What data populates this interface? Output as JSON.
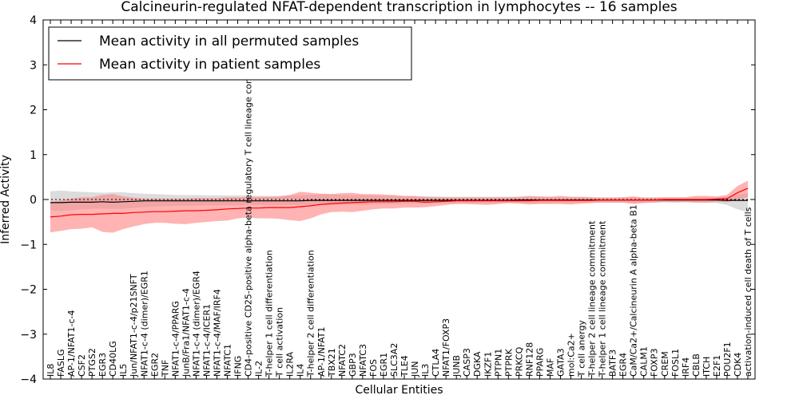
{
  "chart_data": {
    "type": "line",
    "title": "Calcineurin-regulated NFAT-dependent transcription in lymphocytes -- 16 samples",
    "xlabel": "Cellular Entities",
    "ylabel": "Inferred Activity",
    "ylim": [
      -4,
      4
    ],
    "yticks": [
      "4",
      "3",
      "2",
      "1",
      "0",
      "−1",
      "−2",
      "−3",
      "−4"
    ],
    "legend_position": "top-left",
    "colors": {
      "permuted": "#000000",
      "patient": "#ff0000",
      "permuted_band": "#bfbfbf",
      "patient_band": "#ff8080"
    },
    "categories": [
      "IL8",
      "FASLG",
      "AP-1/NFAT1-c-4",
      "CSF2",
      "PTGS2",
      "EGR3",
      "CD40LG",
      "IL5",
      "Jun/NFAT1-c-4/p21SNFT",
      "NFAT1-c-4 (dimer)/EGR1",
      "EGR2",
      "TNF",
      "NFAT1-c-4/PPARG",
      "JunB/Fra1/NFAT1-c-4",
      "NFAT1-c-4 (dimer)/EGR4",
      "NFAT1-c-4/ICER1",
      "NFAT1-c-4/MAF/IRF4",
      "NFATC1",
      "IFNG",
      "CD4-positive CD25-positive alpha-beta regulatory T cell lineage commitment",
      "IL-2",
      "T-helper 1 cell differentiation",
      "T cell activation",
      "IL2RA",
      "IL4",
      "T-helper 2 cell differentiation",
      "AP-1/NFAT1",
      "TBX21",
      "NFATC2",
      "GBP3",
      "NFATC3",
      "FOS",
      "EGR1",
      "SLC3A2",
      "TLE4",
      "JUN",
      "IL3",
      "CTLA4",
      "NFAT1/FOXP3",
      "JUNB",
      "CASP3",
      "DGKA",
      "IKZF1",
      "PTPN1",
      "PTPRK",
      "PRKCQ",
      "RNF128",
      "PPARG",
      "MAF",
      "GATA3",
      "mol:Ca2+",
      "T cell anergy",
      "T-helper 2 cell lineage commitment",
      "T-helper 1 cell lineage commitment",
      "BATF3",
      "EGR4",
      "CaM/Ca2+/Calcineurin A alpha-beta B1",
      "CALM1",
      "FOXP3",
      "CREM",
      "FOSL1",
      "IRF4",
      "CBLB",
      "ITCH",
      "E2F1",
      "POU2F1",
      "CDK4",
      "activation-induced cell death of T cells"
    ],
    "series": [
      {
        "name": "Mean activity in all permuted samples",
        "values": [
          -0.07,
          -0.07,
          -0.06,
          -0.06,
          -0.06,
          -0.05,
          -0.06,
          -0.05,
          -0.04,
          -0.03,
          -0.03,
          -0.03,
          -0.03,
          -0.03,
          -0.03,
          -0.03,
          -0.03,
          -0.03,
          -0.03,
          -0.03,
          -0.03,
          -0.03,
          -0.03,
          -0.03,
          -0.03,
          -0.02,
          -0.02,
          -0.02,
          -0.02,
          -0.02,
          -0.02,
          -0.02,
          -0.02,
          -0.02,
          -0.02,
          -0.02,
          -0.02,
          -0.02,
          -0.02,
          -0.02,
          -0.02,
          -0.02,
          -0.02,
          -0.02,
          -0.02,
          -0.01,
          -0.01,
          -0.01,
          -0.01,
          -0.01,
          -0.01,
          -0.01,
          -0.01,
          -0.01,
          -0.01,
          -0.01,
          -0.01,
          -0.01,
          -0.01,
          -0.01,
          -0.01,
          -0.01,
          -0.01,
          -0.01,
          -0.01,
          -0.02,
          -0.02,
          -0.02
        ],
        "upper": [
          0.18,
          0.2,
          0.18,
          0.17,
          0.16,
          0.15,
          0.16,
          0.16,
          0.14,
          0.13,
          0.12,
          0.11,
          0.1,
          0.1,
          0.1,
          0.09,
          0.09,
          0.09,
          0.09,
          0.09,
          0.08,
          0.08,
          0.08,
          0.09,
          0.09,
          0.1,
          0.12,
          0.12,
          0.1,
          0.09,
          0.1,
          0.09,
          0.08,
          0.08,
          0.07,
          0.07,
          0.07,
          0.07,
          0.06,
          0.06,
          0.06,
          0.06,
          0.06,
          0.06,
          0.06,
          0.06,
          0.06,
          0.06,
          0.06,
          0.05,
          0.05,
          0.05,
          0.05,
          0.05,
          0.05,
          0.05,
          0.05,
          0.05,
          0.05,
          0.05,
          0.05,
          0.05,
          0.05,
          0.05,
          0.05,
          0.06,
          0.1,
          0.14
        ],
        "lower": [
          -0.24,
          -0.26,
          -0.24,
          -0.22,
          -0.21,
          -0.2,
          -0.21,
          -0.21,
          -0.19,
          -0.17,
          -0.16,
          -0.15,
          -0.14,
          -0.14,
          -0.14,
          -0.13,
          -0.13,
          -0.13,
          -0.13,
          -0.12,
          -0.12,
          -0.12,
          -0.12,
          -0.12,
          -0.12,
          -0.12,
          -0.13,
          -0.13,
          -0.12,
          -0.11,
          -0.12,
          -0.11,
          -0.1,
          -0.1,
          -0.09,
          -0.09,
          -0.09,
          -0.09,
          -0.08,
          -0.08,
          -0.08,
          -0.08,
          -0.08,
          -0.08,
          -0.08,
          -0.08,
          -0.08,
          -0.08,
          -0.08,
          -0.07,
          -0.07,
          -0.07,
          -0.07,
          -0.07,
          -0.07,
          -0.07,
          -0.07,
          -0.07,
          -0.07,
          -0.07,
          -0.07,
          -0.07,
          -0.07,
          -0.07,
          -0.08,
          -0.12,
          -0.22,
          -0.28
        ]
      },
      {
        "name": "Mean activity in patient samples",
        "values": [
          -0.39,
          -0.37,
          -0.34,
          -0.33,
          -0.33,
          -0.32,
          -0.31,
          -0.31,
          -0.29,
          -0.28,
          -0.27,
          -0.27,
          -0.26,
          -0.25,
          -0.25,
          -0.24,
          -0.23,
          -0.21,
          -0.2,
          -0.19,
          -0.19,
          -0.18,
          -0.18,
          -0.18,
          -0.16,
          -0.14,
          -0.11,
          -0.09,
          -0.08,
          -0.07,
          -0.06,
          -0.05,
          -0.05,
          -0.05,
          -0.04,
          -0.04,
          -0.06,
          -0.05,
          -0.04,
          -0.03,
          -0.03,
          -0.03,
          -0.03,
          -0.03,
          -0.03,
          -0.03,
          -0.03,
          -0.02,
          -0.02,
          -0.02,
          -0.02,
          -0.02,
          -0.02,
          -0.01,
          -0.01,
          -0.01,
          -0.01,
          -0.01,
          -0.01,
          0.0,
          0.0,
          0.0,
          0.0,
          0.0,
          0.01,
          0.02,
          0.15,
          0.25
        ],
        "upper": [
          -0.05,
          -0.02,
          0.02,
          0.05,
          0.05,
          0.1,
          0.12,
          0.07,
          0.04,
          0.02,
          0.02,
          0.02,
          0.02,
          0.02,
          0.03,
          0.03,
          0.03,
          0.05,
          0.05,
          0.06,
          0.06,
          0.06,
          0.07,
          0.1,
          0.17,
          0.15,
          0.13,
          0.12,
          0.14,
          0.15,
          0.12,
          0.12,
          0.11,
          0.1,
          0.08,
          0.08,
          0.06,
          0.05,
          0.05,
          0.05,
          0.05,
          0.05,
          0.05,
          0.05,
          0.05,
          0.06,
          0.08,
          0.07,
          0.06,
          0.08,
          0.06,
          0.06,
          0.05,
          0.04,
          0.04,
          0.05,
          0.07,
          0.04,
          0.04,
          0.05,
          0.05,
          0.05,
          0.08,
          0.08,
          0.07,
          0.1,
          0.3,
          0.42
        ],
        "lower": [
          -0.73,
          -0.7,
          -0.66,
          -0.65,
          -0.62,
          -0.72,
          -0.74,
          -0.66,
          -0.6,
          -0.55,
          -0.52,
          -0.52,
          -0.54,
          -0.55,
          -0.52,
          -0.5,
          -0.48,
          -0.47,
          -0.42,
          -0.4,
          -0.42,
          -0.42,
          -0.43,
          -0.46,
          -0.48,
          -0.42,
          -0.33,
          -0.28,
          -0.27,
          -0.28,
          -0.25,
          -0.22,
          -0.2,
          -0.2,
          -0.18,
          -0.18,
          -0.17,
          -0.15,
          -0.12,
          -0.1,
          -0.1,
          -0.11,
          -0.12,
          -0.1,
          -0.08,
          -0.09,
          -0.11,
          -0.1,
          -0.1,
          -0.1,
          -0.11,
          -0.09,
          -0.08,
          -0.07,
          -0.07,
          -0.07,
          -0.1,
          -0.08,
          -0.07,
          -0.05,
          -0.06,
          -0.05,
          -0.07,
          -0.07,
          -0.05,
          -0.06,
          0.0,
          0.05
        ]
      }
    ]
  }
}
